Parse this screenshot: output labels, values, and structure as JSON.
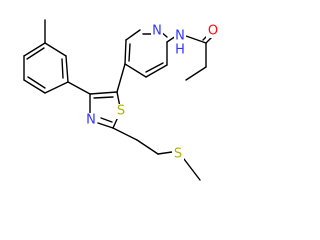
{
  "molecule": {
    "atoms": {
      "nitrogen_pyridine": "N",
      "nitrogen_amide": "N",
      "amide_hydrogen": "H",
      "oxygen_carbonyl": "O",
      "nitrogen_thiazole": "N",
      "sulfur_thiazole": "S",
      "sulfur_thioether": "S"
    },
    "colors": {
      "nitrogen": "#3333ff",
      "oxygen": "#ff0d0d",
      "sulfur": "#b2b200",
      "bond": "#000000"
    }
  }
}
